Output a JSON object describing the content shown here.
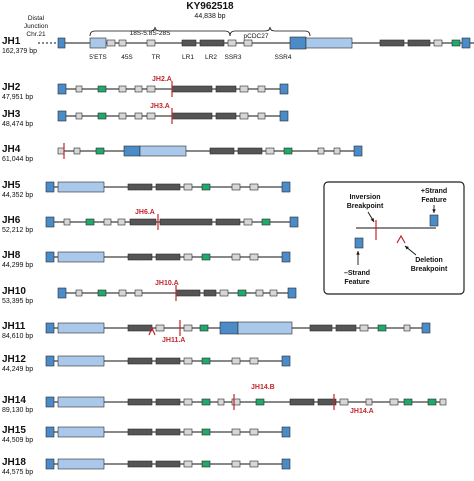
{
  "header": {
    "title": "KY962518",
    "subtitle": "44,838 bp",
    "brace_left_label": "18S-5.8S-28S",
    "brace_right_label": "pCDC27",
    "distal_label_1": "Distal",
    "distal_label_2": "Junction",
    "distal_label_3": "Chr.21",
    "feature_labels": [
      "5'ETS",
      "45S",
      "TR",
      "LR1",
      "LR2",
      "SSR3",
      "SSR4"
    ]
  },
  "colors": {
    "dark_blue": "#4a8bc8",
    "light_blue": "#aac8ea",
    "dark_gray": "#555555",
    "mid_gray": "#8a8a8a",
    "light_gray": "#d6d6d6",
    "green": "#22a86b",
    "red": "#c0272d",
    "outline": "#2b2b2b"
  },
  "rows": [
    {
      "name": "JH1",
      "size": "162,379 bp"
    },
    {
      "name": "JH2",
      "size": "47,951 bp",
      "bp": "JH2.A"
    },
    {
      "name": "JH3",
      "size": "48,474 bp",
      "bp": "JH3.A"
    },
    {
      "name": "JH4",
      "size": "61,044 bp"
    },
    {
      "name": "JH5",
      "size": "44,352 bp"
    },
    {
      "name": "JH6",
      "size": "52,212 bp",
      "bp": "JH6.A"
    },
    {
      "name": "JH8",
      "size": "44,299 bp"
    },
    {
      "name": "JH10",
      "size": "53,395 bp",
      "bp": "JH10.A"
    },
    {
      "name": "JH11",
      "size": "84,610 bp",
      "bp": "JH11.A"
    },
    {
      "name": "JH12",
      "size": "44,249 bp"
    },
    {
      "name": "JH14",
      "size": "89,130 bp",
      "bp": "JH14.B",
      "bp2": "JH14.A"
    },
    {
      "name": "JH15",
      "size": "44,509 bp"
    },
    {
      "name": "JH18",
      "size": "44,575 bp"
    }
  ],
  "legend": {
    "inversion_1": "Inversion",
    "inversion_2": "Breakpoint",
    "plus_1": "+Strand",
    "plus_2": "Feature",
    "minus_1": "–Strand",
    "minus_2": "Feature",
    "deletion_1": "Deletion",
    "deletion_2": "Breakpoint"
  }
}
